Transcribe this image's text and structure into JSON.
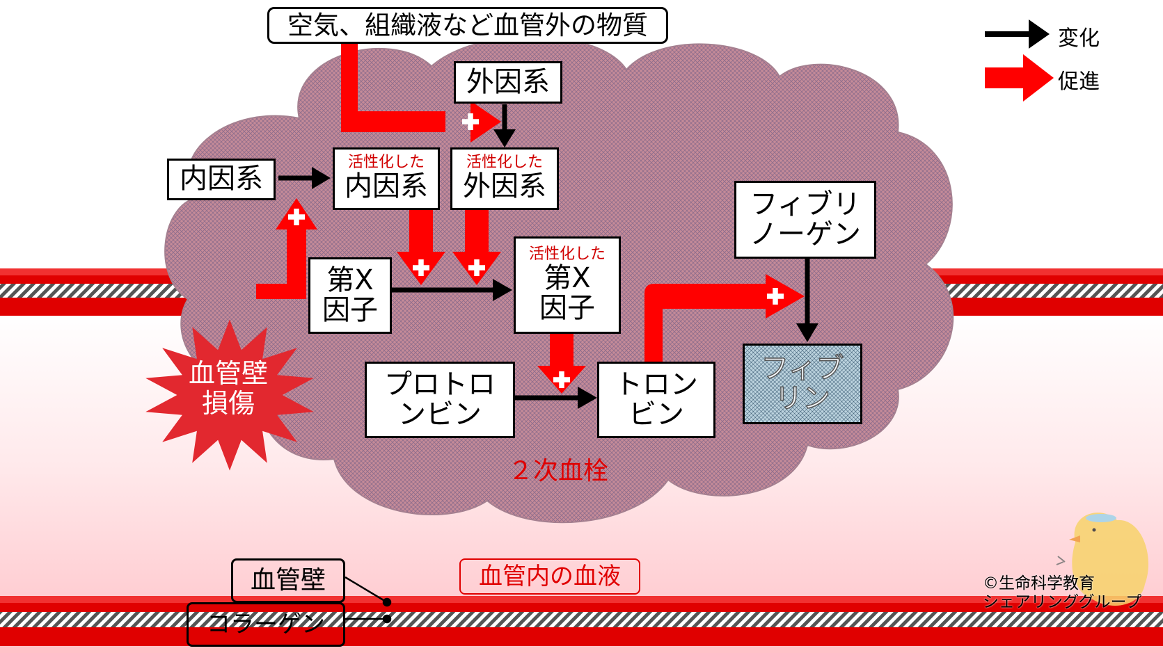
{
  "source_label": "空気、組織液など血管外の物質",
  "legend": {
    "change": "変化",
    "promote": "促進"
  },
  "boxes": {
    "extrinsic": "外因系",
    "intrinsic": "内因系",
    "active_prefix": "活性化した",
    "active_intrinsic": "内因系",
    "active_extrinsic": "外因系",
    "factor_x": "第X\n因子",
    "active_factor_x": "第X\n因子",
    "prothrombin": "プロトロ\nンビン",
    "thrombin": "トロン\nビン",
    "fibrinogen": "フィブリ\nノーゲン",
    "fibrin": "フィブ\nリン"
  },
  "injury_label": "血管壁\n損傷",
  "clot_label": "２次血栓",
  "vessel_wall_label": "血管壁",
  "collagen_label": "コラーゲン",
  "blood_label": "血管内の血液",
  "credit": "©生命科学教育\nシェアリンググループ",
  "colors": {
    "vessel_red": "#e00000",
    "promote_red": "#ff0000",
    "clot": "#c58d99",
    "blood_top": "#ffffff",
    "blood_bottom": "#ffc7cc",
    "label_red": "#e00000"
  }
}
